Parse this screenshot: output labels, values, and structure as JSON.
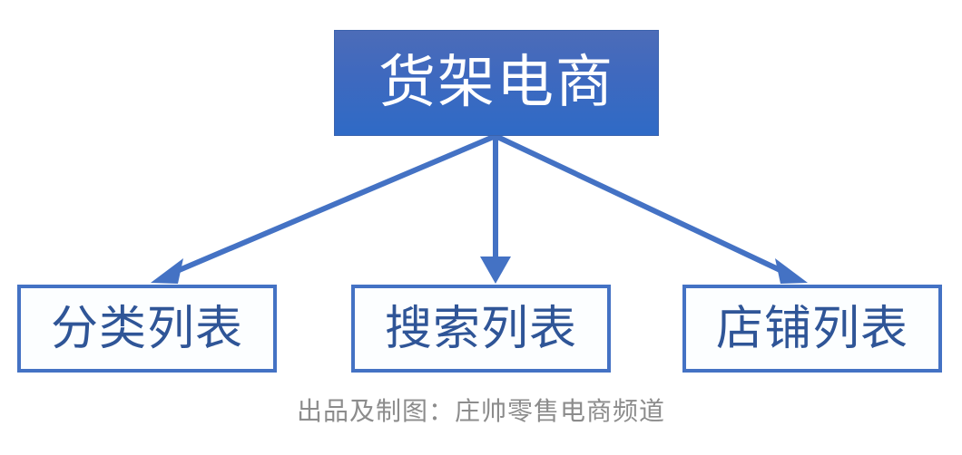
{
  "diagram": {
    "type": "tree-hierarchy",
    "orientation": "top-down",
    "root": {
      "label": "货架电商",
      "fill_color_top": "#4c6cb8",
      "fill_color_bottom": "#2f6ac6",
      "text_color": "#ffffff"
    },
    "children": [
      {
        "label": "分类列表",
        "border_color": "#4472c4",
        "fill_color": "#fcfeff",
        "text_color": "#2f5597",
        "arrow": "down-left-arrow"
      },
      {
        "label": "搜索列表",
        "border_color": "#4472c4",
        "fill_color": "#fcfeff",
        "text_color": "#2f5597",
        "arrow": "down-arrow"
      },
      {
        "label": "店铺列表",
        "border_color": "#4472c4",
        "fill_color": "#fcfeff",
        "text_color": "#2f5597",
        "arrow": "down-right-arrow"
      }
    ],
    "connector_color": "#4472c4"
  },
  "caption": {
    "text": "出品及制图：庄帅零售电商频道",
    "color": "#8c8c8c"
  }
}
